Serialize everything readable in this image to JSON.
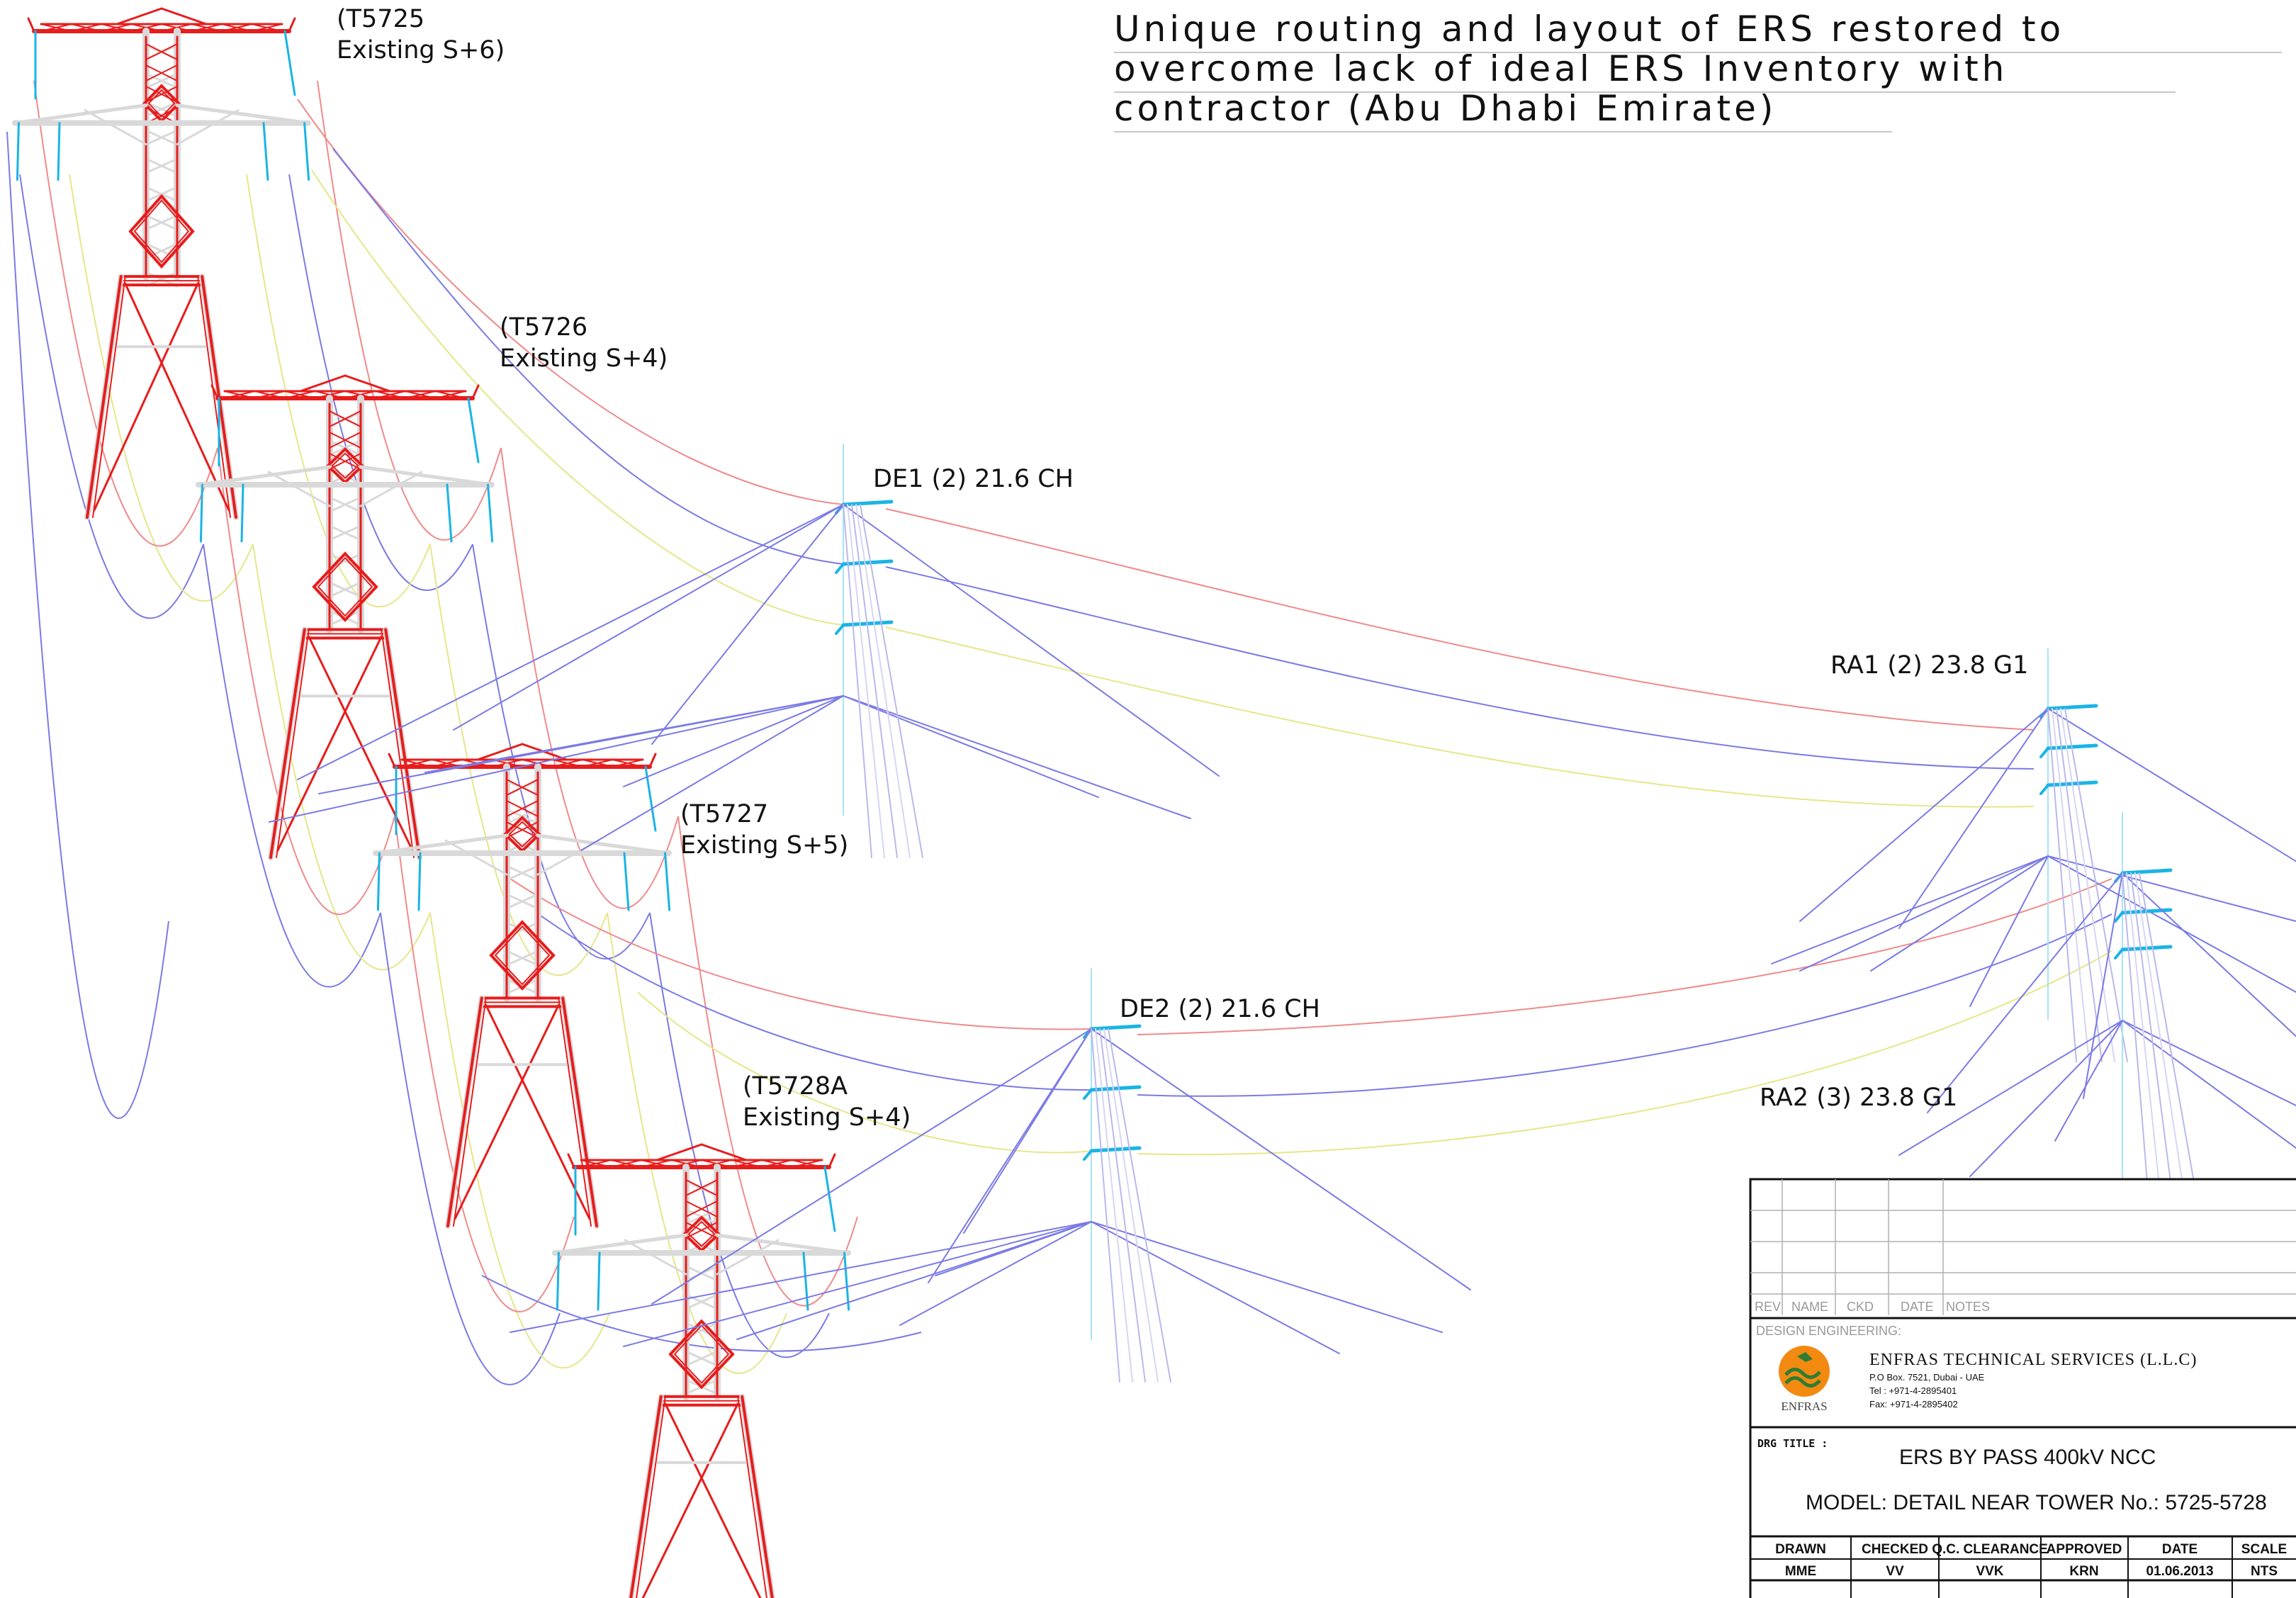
{
  "title": {
    "line1": "Unique routing and layout of ERS restored to",
    "line2": "overcome lack of ideal ERS Inventory with",
    "line3": "contractor (Abu Dhabi Emirate)"
  },
  "towers": [
    {
      "id": "T5725",
      "line1": "(T5725",
      "line2": "Existing S+6)"
    },
    {
      "id": "T5726",
      "line1": "(T5726",
      "line2": "Existing S+4)"
    },
    {
      "id": "T5727",
      "line1": "(T5727",
      "line2": "Existing S+5)"
    },
    {
      "id": "T5728A",
      "line1": "(T5728A",
      "line2": "Existing S+4)"
    }
  ],
  "ers_structures": [
    {
      "id": "DE1",
      "label": "DE1 (2) 21.6 CH"
    },
    {
      "id": "DE2",
      "label": "DE2 (2) 21.6 CH"
    },
    {
      "id": "RA1",
      "label": "RA1 (2) 23.8 G1"
    },
    {
      "id": "RA2",
      "label": "RA2 (3) 23.8 G1"
    }
  ],
  "title_block": {
    "rev_headers": [
      "REV",
      "NAME",
      "CKD",
      "DATE",
      "NOTES"
    ],
    "design_label": "DESIGN ENGINEERING:",
    "company": "ENFRAS TECHNICAL SERVICES (L.L.C)",
    "address": "P.O Box. 7521, Dubai - UAE",
    "tel": "Tel : +971-4-2895401",
    "fax": "Fax: +971-4-2895402",
    "logo_text": "ENFRAS",
    "drg_title_label": "DRG TITLE :",
    "drg_title": "ERS BY PASS 400kV  NCC",
    "model": "MODEL: DETAIL NEAR TOWER No.: 5725-5728",
    "table_headers": [
      "DRAWN",
      "CHECKED",
      "Q.C. CLEARANCE",
      "APPROVED",
      "DATE",
      "SCALE"
    ],
    "table_values": [
      "MME",
      "VV",
      "VVK",
      "KRN",
      "01.06.2013",
      "NTS"
    ]
  },
  "colors": {
    "tower_red": "#e81c1c",
    "lattice_grey": "#d9d9d9",
    "insulator_cyan": "#19b4e6",
    "conductor_blue": "#7a7ae6",
    "conductor_red": "#f08a8a",
    "conductor_yellow": "#e6e68a",
    "logo_orange": "#f28a12",
    "logo_green": "#2e7d32"
  }
}
